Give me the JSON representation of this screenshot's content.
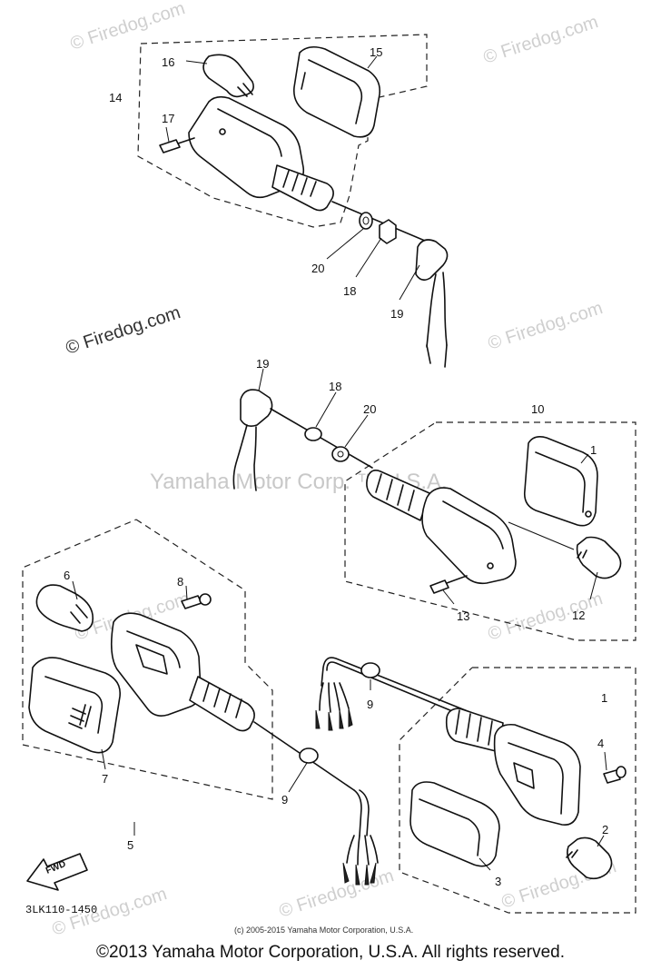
{
  "watermarks": {
    "top_right": "© Firedog.com",
    "top_left": "© Firedog.com",
    "mid_left": "© Firedog.com",
    "mid_right": "© Firedog.com",
    "right_lower": "© Firedog.com",
    "center_left": "© Firedog.com",
    "bottom_center": "© Firedog.com",
    "bottom_left": "© Firedog.com",
    "bottom_right": "© Firedog.com",
    "center": "Yamaha Motor Corp. ™ U.S.A."
  },
  "callouts": {
    "c1": "1",
    "c1b": "1",
    "c2": "2",
    "c3": "3",
    "c4": "4",
    "c5": "5",
    "c6": "6",
    "c7": "7",
    "c8": "8",
    "c9a": "9",
    "c9b": "9",
    "c10": "10",
    "c12": "12",
    "c13": "13",
    "c14": "14",
    "c15": "15",
    "c16": "16",
    "c17": "17",
    "c18a": "18",
    "c18b": "18",
    "c19a": "19",
    "c19b": "19",
    "c20a": "20",
    "c20b": "20"
  },
  "fwd_label": "FWD",
  "diagram_code": "3LK110-1450",
  "small_copyright": "(c) 2005-2015 Yamaha Motor Corporation, U.S.A.",
  "copyright": "©2013 Yamaha Motor Corporation, U.S.A. All rights reserved."
}
